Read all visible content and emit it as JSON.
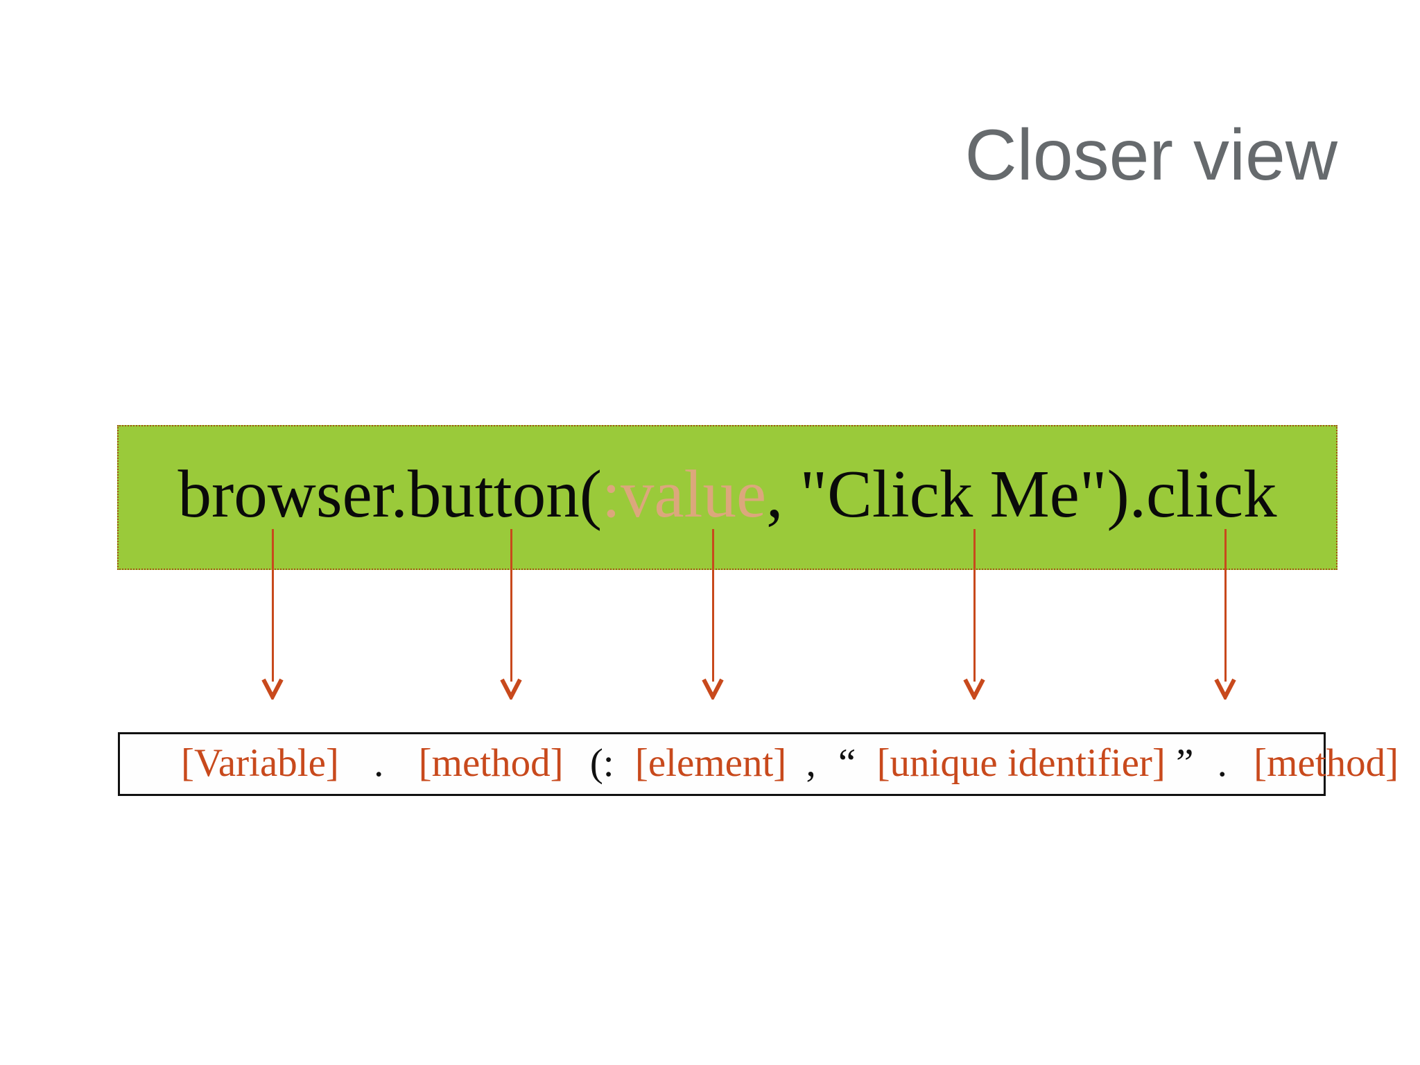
{
  "title": "Closer view",
  "colors": {
    "highlight_green": "#9aca3a",
    "highlight_border": "#a05410",
    "accent_orange": "#c8491c",
    "value_tan": "#dca77c",
    "title_gray": "#666a6d"
  },
  "code": {
    "part1": "browser.button(",
    "part2": ":value",
    "part3": ", \"Click Me\").click"
  },
  "legend": {
    "tokens": [
      {
        "text": "[Variable]",
        "tone": "orange"
      },
      {
        "text": ".",
        "tone": "black"
      },
      {
        "text": "[method]",
        "tone": "orange"
      },
      {
        "text": "(:",
        "tone": "black"
      },
      {
        "text": "[element]",
        "tone": "orange"
      },
      {
        "text": ",",
        "tone": "black"
      },
      {
        "text": "“",
        "tone": "black"
      },
      {
        "text": "[unique identifier]",
        "tone": "orange"
      },
      {
        "text": "”",
        "tone": "black"
      },
      {
        "text": ".",
        "tone": "black"
      },
      {
        "text": "[method]",
        "tone": "orange"
      }
    ]
  },
  "arrows": {
    "count": 5,
    "description": "down-arrow"
  }
}
